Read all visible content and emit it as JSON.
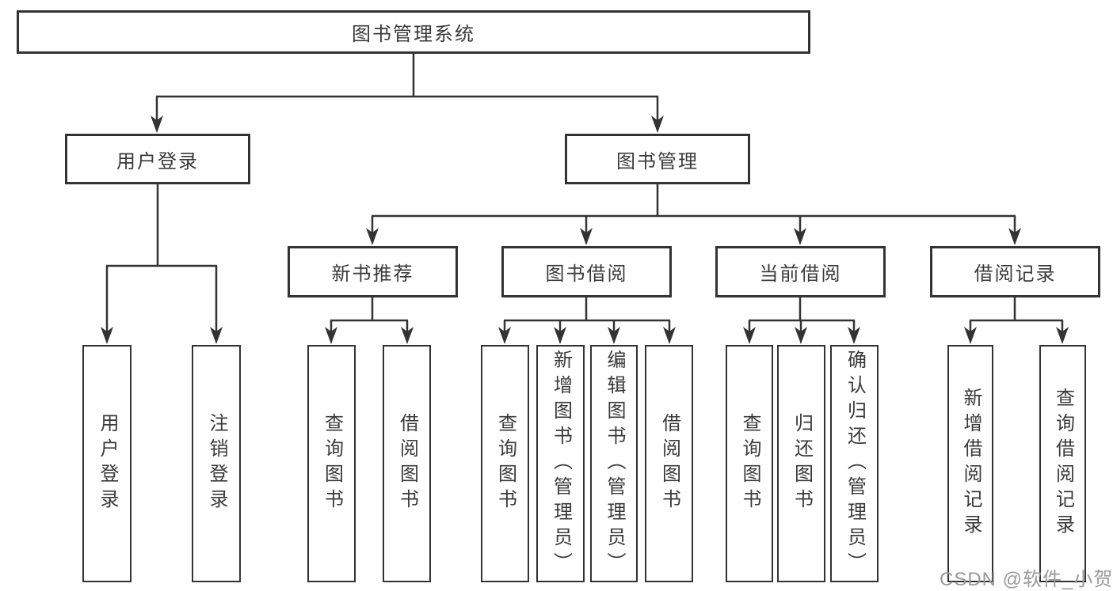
{
  "colors": {
    "line": "#333333",
    "box_border": "#333333",
    "text": "#3a3a3a",
    "watermark": "#9a9a9a",
    "background": "#ffffff"
  },
  "watermark": {
    "text": "CSDN @软件_小贺同学"
  },
  "tree": {
    "label": "图书管理系统",
    "children": [
      {
        "label": "用户登录",
        "children": [
          {
            "label": "用户登录"
          },
          {
            "label": "注销登录"
          }
        ]
      },
      {
        "label": "图书管理",
        "children": [
          {
            "label": "新书推荐",
            "children": [
              {
                "label": "查询图书"
              },
              {
                "label": "借阅图书"
              }
            ]
          },
          {
            "label": "图书借阅",
            "children": [
              {
                "label": "查询图书"
              },
              {
                "label": "新增图书（管理员）"
              },
              {
                "label": "编辑图书（管理员）"
              },
              {
                "label": "借阅图书"
              }
            ]
          },
          {
            "label": "当前借阅",
            "children": [
              {
                "label": "查询图书"
              },
              {
                "label": "归还图书"
              },
              {
                "label": "确认归还（管理员）"
              }
            ]
          },
          {
            "label": "借阅记录",
            "children": [
              {
                "label": "新增借阅记录"
              },
              {
                "label": "查询借阅记录"
              }
            ]
          }
        ]
      }
    ]
  }
}
